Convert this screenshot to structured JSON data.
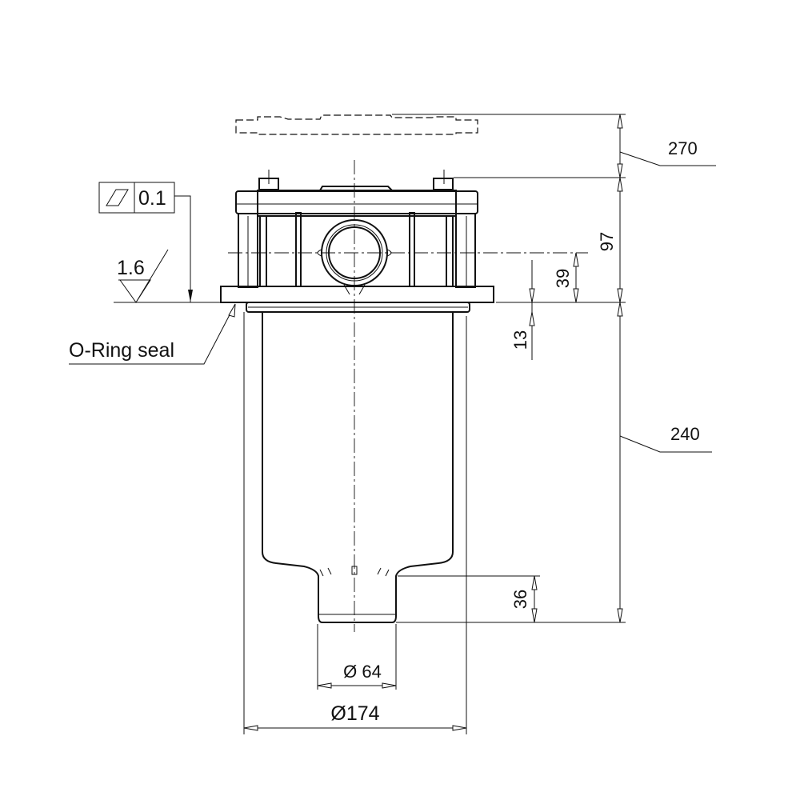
{
  "drawing": {
    "dimensions": {
      "total_height": "270",
      "head_height": "97",
      "port_height": "39",
      "seal_offset": "13",
      "bowl_length": "240",
      "outlet_length": "36",
      "outlet_diameter": "Ø 64",
      "bowl_diameter": "Ø174"
    },
    "flatness_tolerance": "0.1",
    "surface_roughness": "1.6",
    "labels": {
      "oring": "O-Ring seal"
    }
  }
}
